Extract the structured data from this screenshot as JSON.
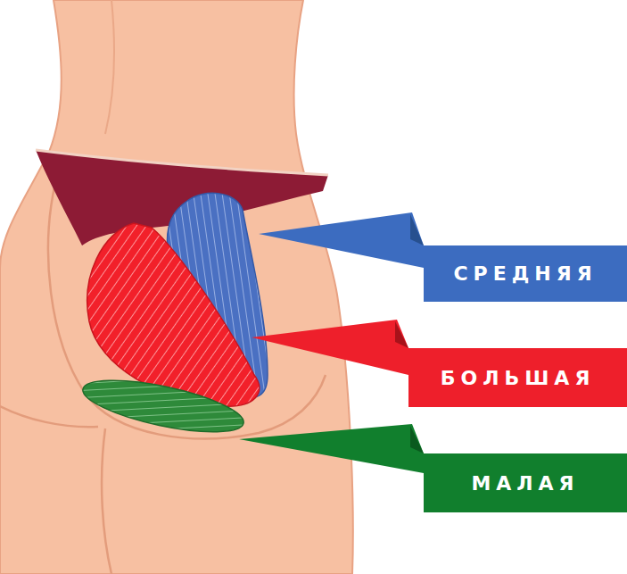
{
  "diagram": {
    "nodes": [
      {
        "text": [
          "СРЕДНЯЯ"
        ]
      },
      {
        "text": [
          "БОЛЬШАЯ"
        ]
      },
      {
        "text": [
          "МАЛАЯ"
        ]
      }
    ]
  }
}
